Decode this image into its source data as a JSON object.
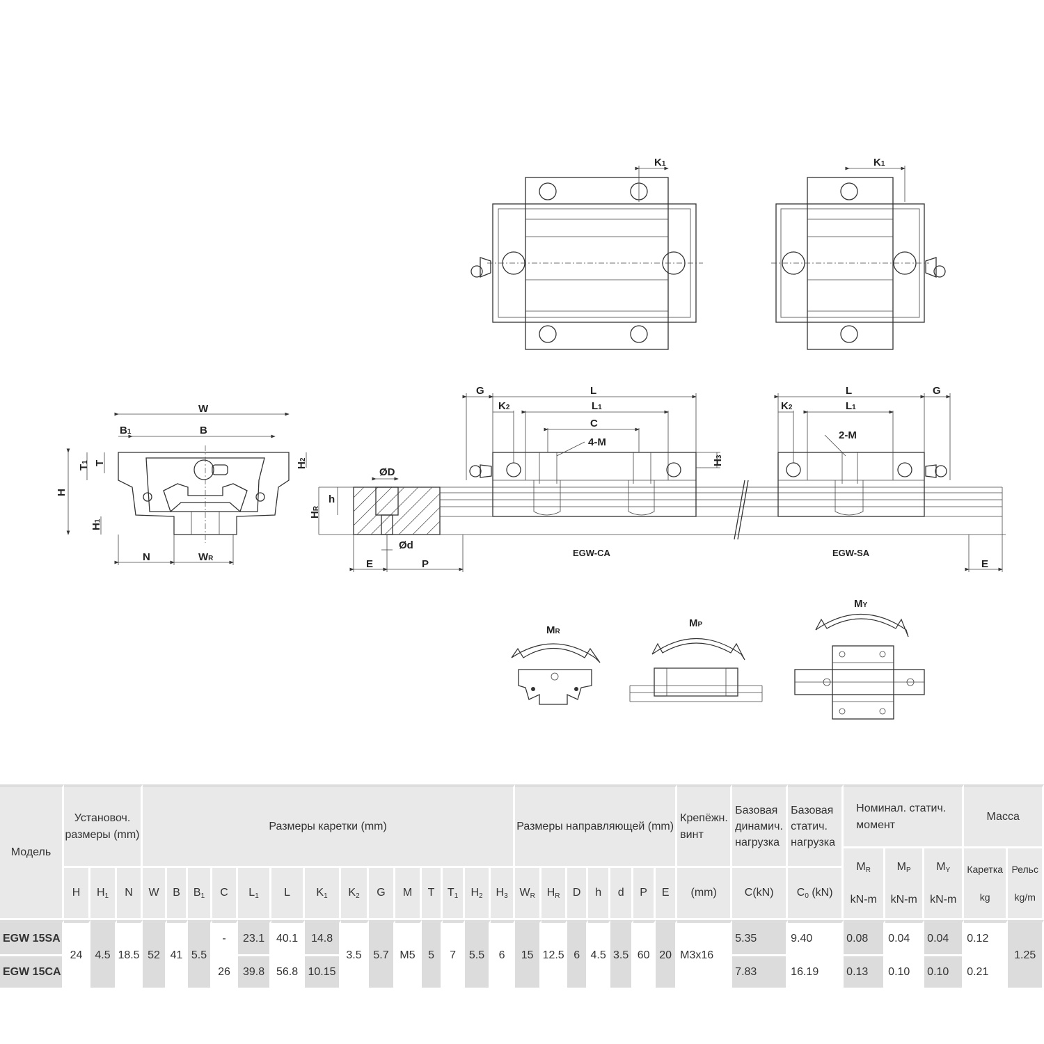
{
  "drawing": {
    "end_view": {
      "W": "W",
      "B": "B",
      "B1": {
        "b": "B",
        "s": "1"
      },
      "T1": {
        "b": "T",
        "s": "1"
      },
      "T": "T",
      "H": "H",
      "H1": {
        "b": "H",
        "s": "1"
      },
      "H2": {
        "b": "H",
        "s": "2"
      },
      "N": "N",
      "WR": {
        "b": "W",
        "s": "R"
      }
    },
    "top_view_ca": {
      "K1": {
        "b": "K",
        "s": "1"
      }
    },
    "top_view_sa": {
      "K1": {
        "b": "K",
        "s": "1"
      }
    },
    "side_view": {
      "G_left": "G",
      "L_ca": "L",
      "L1_ca": {
        "b": "L",
        "s": "1"
      },
      "K2_ca": {
        "b": "K",
        "s": "2"
      },
      "C": "C",
      "four_M": "4-M",
      "H3": {
        "b": "H",
        "s": "3"
      },
      "L_sa": "L",
      "L1_sa": {
        "b": "L",
        "s": "1"
      },
      "K2_sa": {
        "b": "K",
        "s": "2"
      },
      "two_M": "2-M",
      "G_right": "G",
      "OD": "ØD",
      "Od": "Ød",
      "h": "h",
      "HR": {
        "b": "H",
        "s": "R"
      },
      "E_left": "E",
      "P": "P",
      "E_right": "E",
      "label_ca": "EGW-CA",
      "label_sa": "EGW-SA"
    },
    "moments": {
      "MR": {
        "b": "M",
        "s": "R"
      },
      "MP": {
        "b": "M",
        "s": "P"
      },
      "MY": {
        "b": "M",
        "s": "Y"
      }
    }
  },
  "table": {
    "headers": {
      "model": "Модель",
      "mounting": "Установоч. размеры (mm)",
      "block": "Размеры каретки (mm)",
      "rail": "Размеры направляющей (mm)",
      "bolt": "Крепёжн. винт",
      "dyn": "Базовая динамич. нагрузка",
      "stat": "Базовая статич. нагрузка",
      "moment": "Номинал. статич. момент",
      "mass": "Масса",
      "MR": {
        "b": "M",
        "s": "R",
        "u": "kN-m"
      },
      "MP": {
        "b": "M",
        "s": "P",
        "u": "kN-m"
      },
      "MY": {
        "b": "M",
        "s": "Y",
        "u": "kN-m"
      },
      "block_mass": {
        "t": "Каретка",
        "u": "kg"
      },
      "rail_mass": {
        "t": "Рельс",
        "u": "kg/m"
      },
      "bolt_unit": "(mm)",
      "C": "C(kN)",
      "C0": {
        "b": "C",
        "s": "0",
        "u": "(kN)"
      },
      "symbols": [
        {
          "b": "H",
          "s": ""
        },
        {
          "b": "H",
          "s": "1"
        },
        {
          "b": "N",
          "s": ""
        },
        {
          "b": "W",
          "s": ""
        },
        {
          "b": "B",
          "s": ""
        },
        {
          "b": "B",
          "s": "1"
        },
        {
          "b": "C",
          "s": ""
        },
        {
          "b": "L",
          "s": "1"
        },
        {
          "b": "L",
          "s": ""
        },
        {
          "b": "K",
          "s": "1"
        },
        {
          "b": "K",
          "s": "2"
        },
        {
          "b": "G",
          "s": ""
        },
        {
          "b": "M",
          "s": ""
        },
        {
          "b": "T",
          "s": ""
        },
        {
          "b": "T",
          "s": "1"
        },
        {
          "b": "H",
          "s": "2"
        },
        {
          "b": "H",
          "s": "3"
        },
        {
          "b": "W",
          "s": "R"
        },
        {
          "b": "H",
          "s": "R"
        },
        {
          "b": "D",
          "s": ""
        },
        {
          "b": "h",
          "s": ""
        },
        {
          "b": "d",
          "s": ""
        },
        {
          "b": "P",
          "s": ""
        },
        {
          "b": "E",
          "s": ""
        }
      ]
    },
    "shared": {
      "H": "24",
      "H1": "4.5",
      "N": "18.5",
      "W": "52",
      "B": "41",
      "B1": "5.5",
      "K2": "3.5",
      "G": "5.7",
      "M": "M5",
      "T": "5",
      "T1": "7",
      "H2": "5.5",
      "H3": "6",
      "WR": "15",
      "HR": "12.5",
      "D": "6",
      "h": "4.5",
      "d": "3.5",
      "P": "60",
      "E": "20",
      "bolt": "M3x16",
      "rail_mass": "1.25"
    },
    "rows": [
      {
        "model": "EGW 15SA",
        "C": "-",
        "L1": "23.1",
        "L": "40.1",
        "K1": "14.8",
        "Cdyn": "5.35",
        "C0": "9.40",
        "MR": "0.08",
        "MP": "0.04",
        "MY": "0.04",
        "block_mass": "0.12"
      },
      {
        "model": "EGW 15CA",
        "C": "26",
        "L1": "39.8",
        "L": "56.8",
        "K1": "10.15",
        "Cdyn": "7.83",
        "C0": "16.19",
        "MR": "0.13",
        "MP": "0.10",
        "MY": "0.10",
        "block_mass": "0.21"
      }
    ]
  }
}
